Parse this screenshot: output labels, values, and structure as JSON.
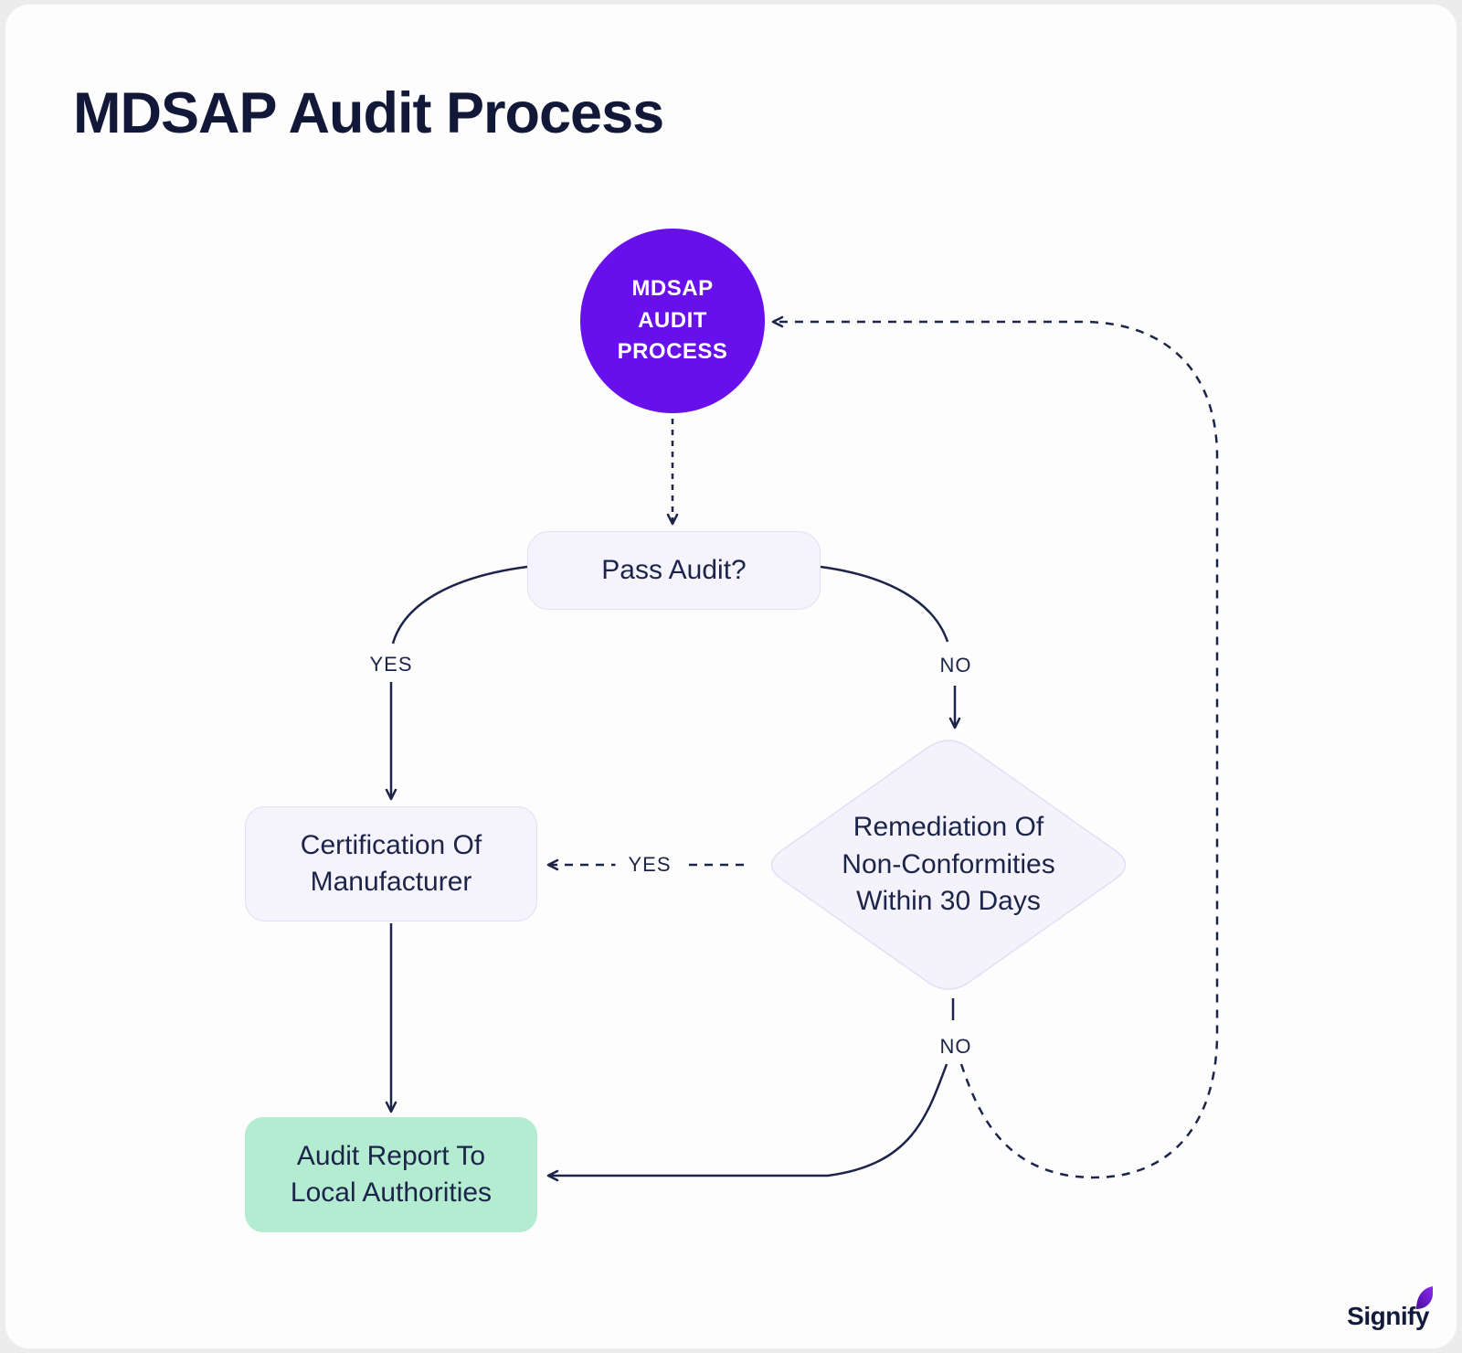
{
  "title": "MDSAP Audit Process",
  "nodes": {
    "start": {
      "line1": "MDSAP",
      "line2": "AUDIT",
      "line3": "PROCESS"
    },
    "pass_audit": {
      "label": "Pass Audit?"
    },
    "certification": {
      "line1": "Certification Of",
      "line2": "Manufacturer"
    },
    "remediation": {
      "line1": "Remediation Of",
      "line2": "Non-Conformities",
      "line3": "Within 30 Days"
    },
    "report": {
      "line1": "Audit Report To",
      "line2": "Local Authorities"
    }
  },
  "edge_labels": {
    "pass_yes": "YES",
    "pass_no": "NO",
    "remediation_yes": "YES",
    "remediation_no": "NO"
  },
  "logo": {
    "brand": "Signify"
  },
  "colors": {
    "accent_purple": "#6810eb",
    "node_lavender": "#f5f4fc",
    "node_border": "#e2def5",
    "node_green": "#b3ecd0",
    "line_navy": "#1c2449",
    "title_navy": "#121838",
    "card_background": "#fdfdfd",
    "page_background": "#ececec"
  }
}
